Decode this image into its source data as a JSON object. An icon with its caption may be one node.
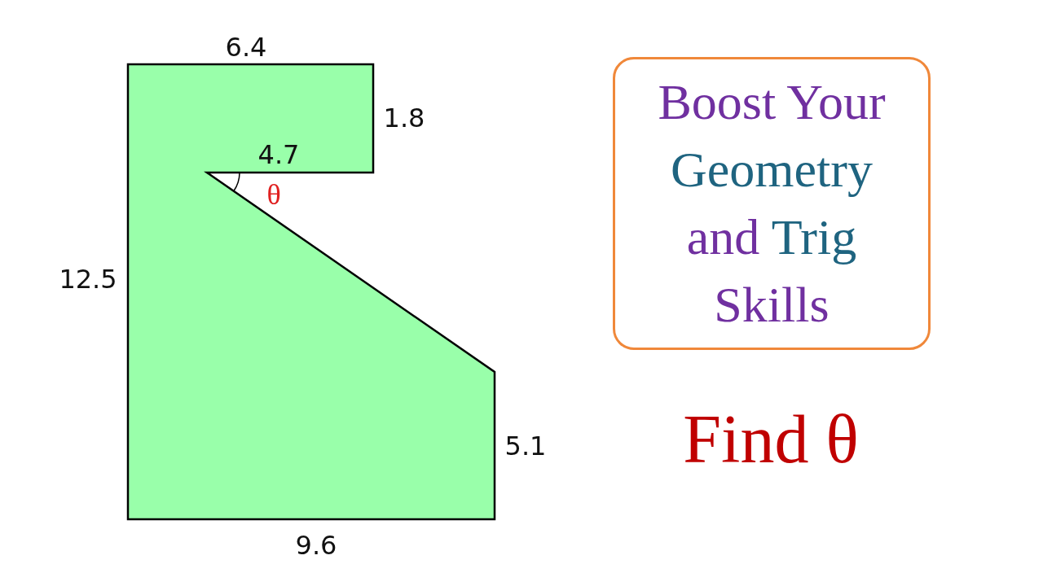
{
  "diagram": {
    "nodes": [
      {
        "text": [
          "Boost Your Geometry and Trig Skills"
        ]
      }
    ],
    "edges": [],
    "labels": [
      "6.4",
      "1.8",
      "4.7",
      "θ",
      "12.5",
      "5.1",
      "9.6",
      "Find θ"
    ]
  }
}
